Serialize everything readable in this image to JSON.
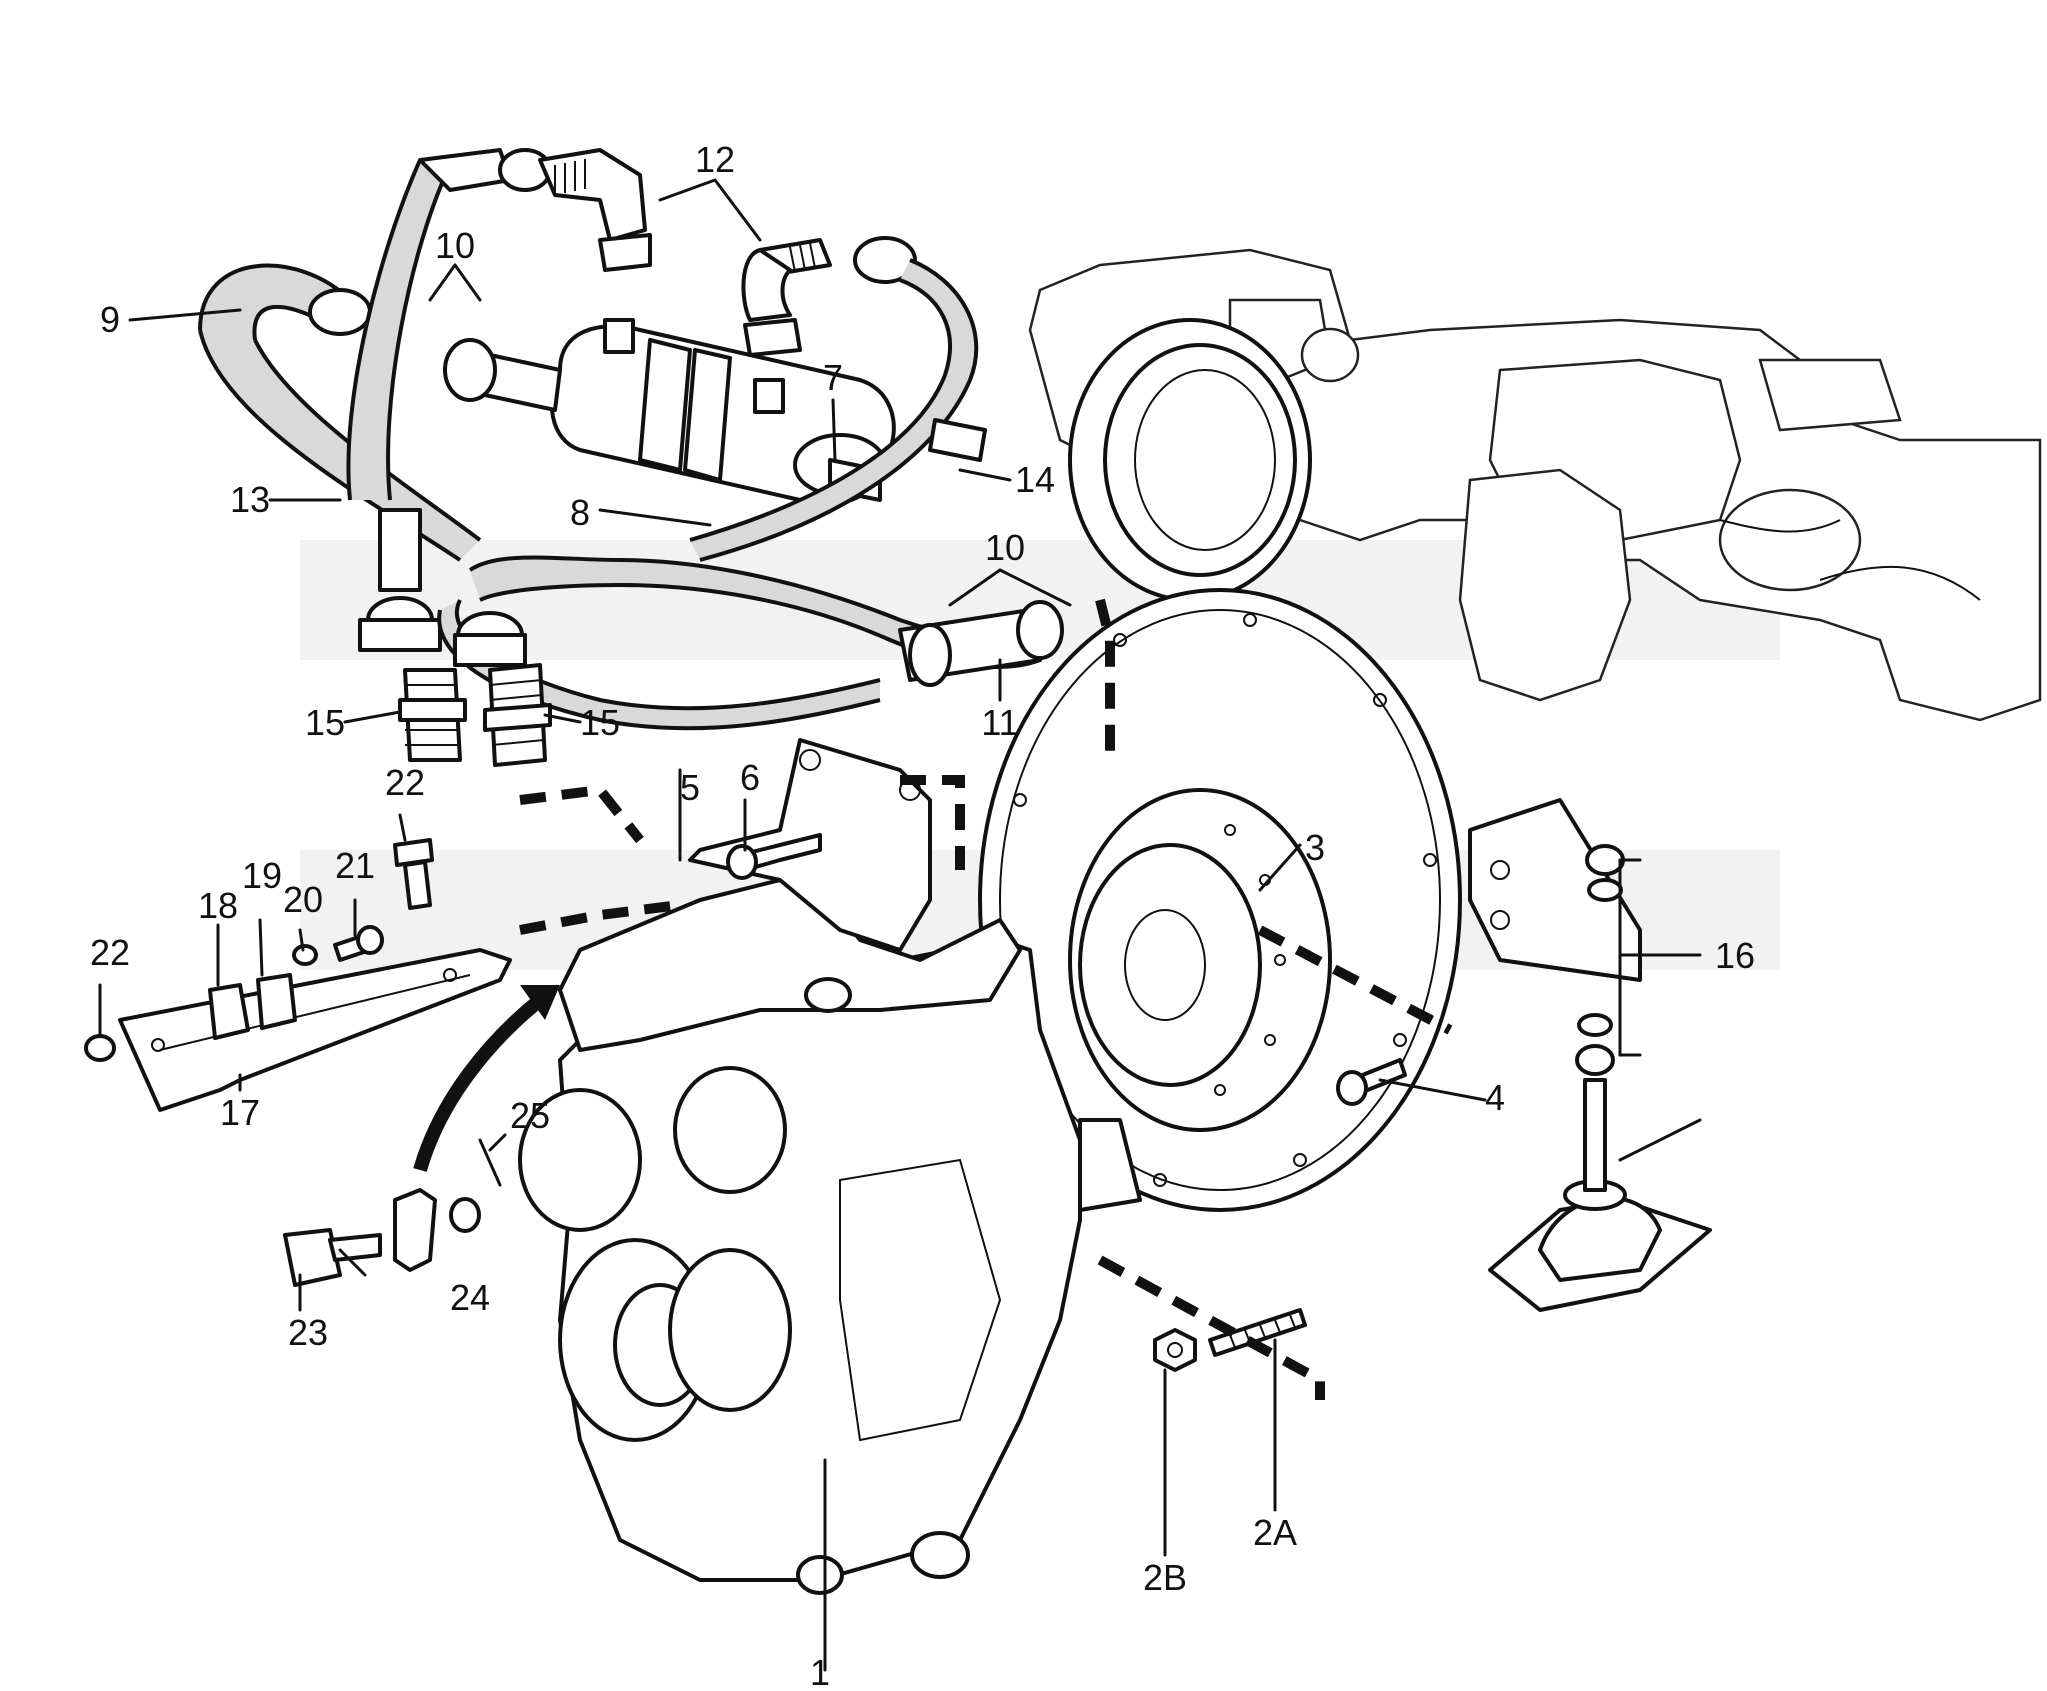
{
  "diagram": {
    "labels": [
      {
        "id": "label-1",
        "text": "1"
      },
      {
        "id": "label-2a",
        "text": "2A"
      },
      {
        "id": "label-2b",
        "text": "2B"
      },
      {
        "id": "label-3",
        "text": "3"
      },
      {
        "id": "label-4",
        "text": "4"
      },
      {
        "id": "label-5",
        "text": "5"
      },
      {
        "id": "label-6",
        "text": "6"
      },
      {
        "id": "label-7",
        "text": "7"
      },
      {
        "id": "label-8",
        "text": "8"
      },
      {
        "id": "label-9",
        "text": "9"
      },
      {
        "id": "label-10a",
        "text": "10"
      },
      {
        "id": "label-10b",
        "text": "10"
      },
      {
        "id": "label-11",
        "text": "11"
      },
      {
        "id": "label-12",
        "text": "12"
      },
      {
        "id": "label-13",
        "text": "13"
      },
      {
        "id": "label-14",
        "text": "14"
      },
      {
        "id": "label-15a",
        "text": "15"
      },
      {
        "id": "label-15b",
        "text": "15"
      },
      {
        "id": "label-16",
        "text": "16"
      },
      {
        "id": "label-17",
        "text": "17"
      },
      {
        "id": "label-18",
        "text": "18"
      },
      {
        "id": "label-19",
        "text": "19"
      },
      {
        "id": "label-20",
        "text": "20"
      },
      {
        "id": "label-21",
        "text": "21"
      },
      {
        "id": "label-22a",
        "text": "22"
      },
      {
        "id": "label-22b",
        "text": "22"
      },
      {
        "id": "label-23",
        "text": "23"
      },
      {
        "id": "label-24",
        "text": "24"
      },
      {
        "id": "label-25",
        "text": "25"
      }
    ]
  }
}
